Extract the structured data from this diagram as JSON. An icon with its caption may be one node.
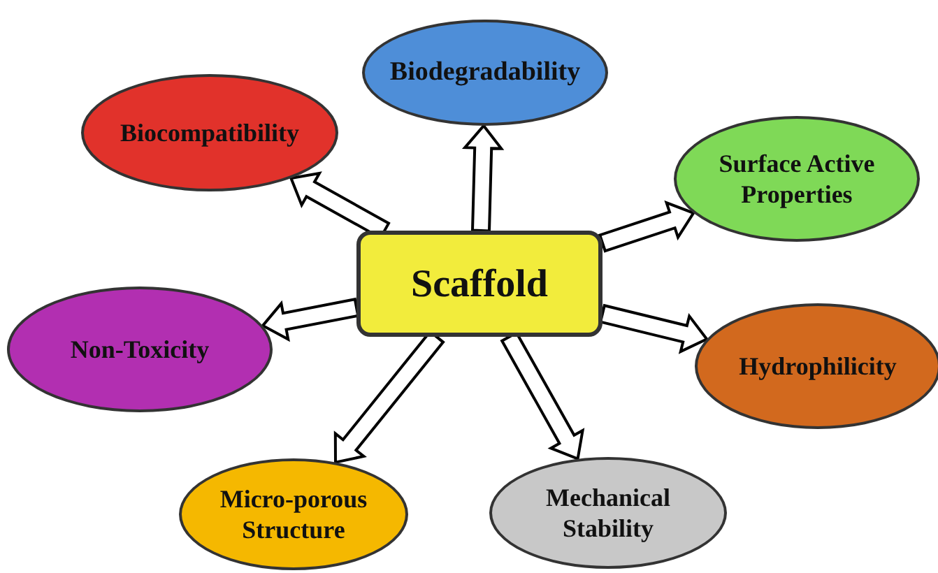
{
  "diagram": {
    "nodes": [
      {
        "text": [
          "Biodegradability"
        ]
      },
      {
        "text": [
          "Biocompatibility"
        ]
      },
      {
        "text": [
          "Surface Active Properties"
        ]
      },
      {
        "text": [
          "Scaffold"
        ]
      },
      {
        "text": [
          "Non-Toxicity"
        ]
      },
      {
        "text": [
          "Hydrophilicity"
        ]
      },
      {
        "text": [
          "Micro-porous Structure"
        ]
      },
      {
        "text": [
          "Mechanical Stability"
        ]
      }
    ],
    "edges": [
      {
        "from": 3,
        "to": 0,
        "arrow": "to"
      },
      {
        "from": 3,
        "to": 1,
        "arrow": "to"
      },
      {
        "from": 3,
        "to": 2,
        "arrow": "to"
      },
      {
        "from": 3,
        "to": 4,
        "arrow": "to"
      },
      {
        "from": 3,
        "to": 5,
        "arrow": "to"
      },
      {
        "from": 3,
        "to": 6,
        "arrow": "to"
      },
      {
        "from": 3,
        "to": 7,
        "arrow": "to"
      }
    ]
  }
}
